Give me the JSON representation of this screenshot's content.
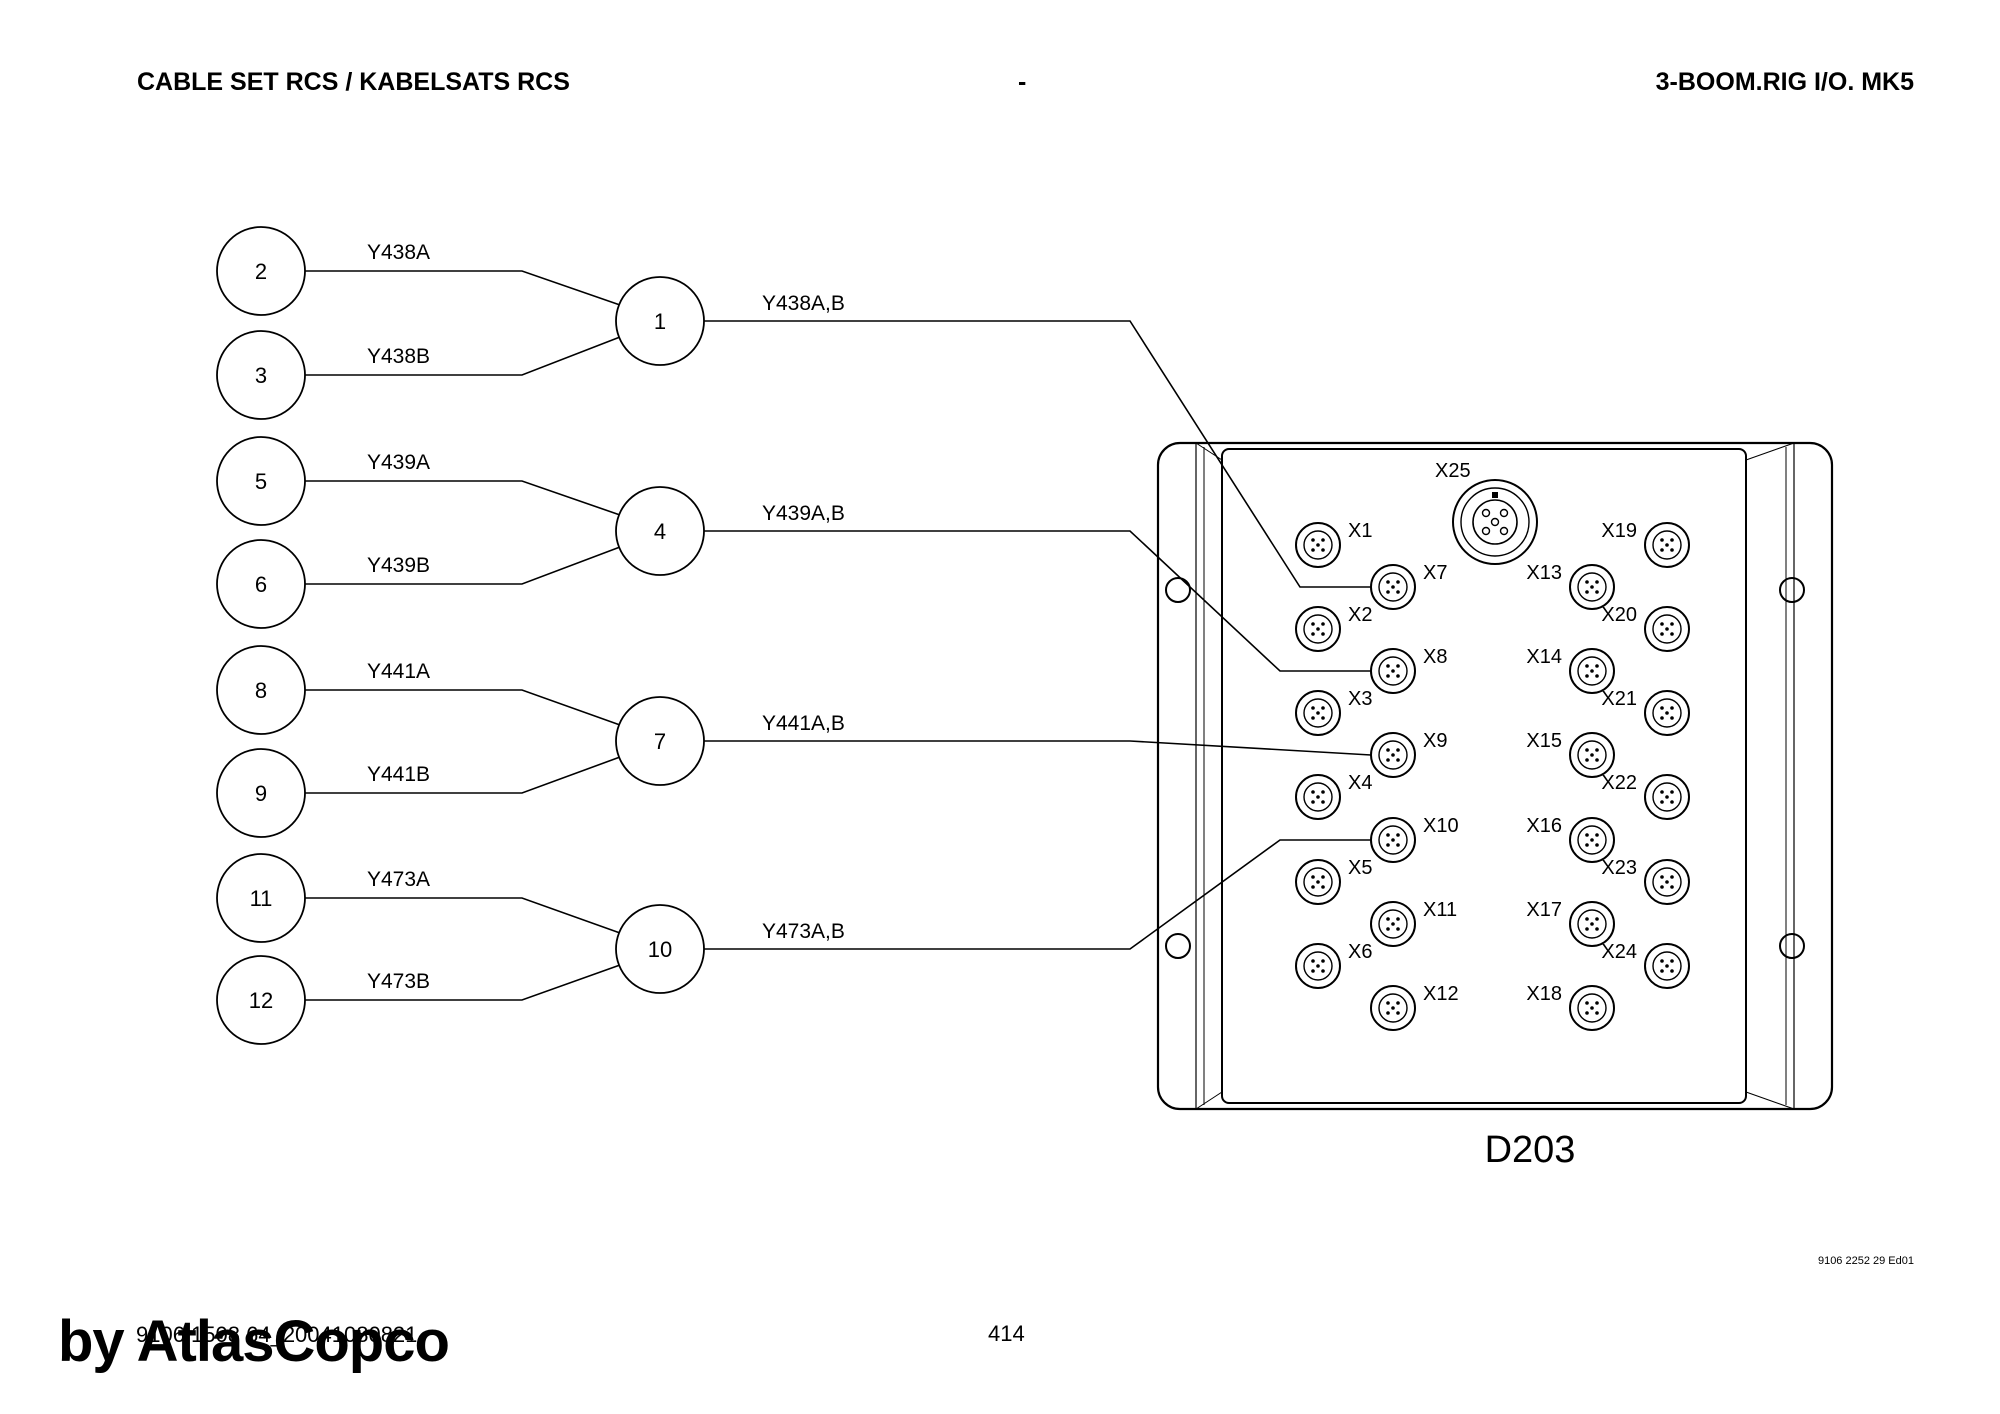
{
  "header": {
    "left": "CABLE SET RCS / KABELSATS RCS",
    "center": "-",
    "right": "3-BOOM.RIG I/O. MK5"
  },
  "cable_groups": [
    {
      "hub": "1",
      "trunk_label": "Y438A,B",
      "branches": [
        {
          "id": "2",
          "label": "Y438A"
        },
        {
          "id": "3",
          "label": "Y438B"
        }
      ],
      "to": "X7"
    },
    {
      "hub": "4",
      "trunk_label": "Y439A,B",
      "branches": [
        {
          "id": "5",
          "label": "Y439A"
        },
        {
          "id": "6",
          "label": "Y439B"
        }
      ],
      "to": "X8"
    },
    {
      "hub": "7",
      "trunk_label": "Y441A,B",
      "branches": [
        {
          "id": "8",
          "label": "Y441A"
        },
        {
          "id": "9",
          "label": "Y441B"
        }
      ],
      "to": "X9"
    },
    {
      "hub": "10",
      "trunk_label": "Y473A,B",
      "branches": [
        {
          "id": "11",
          "label": "Y473A"
        },
        {
          "id": "12",
          "label": "Y473B"
        }
      ],
      "to": "X10"
    }
  ],
  "module": {
    "name": "D203",
    "top_connector": "X25",
    "connectors": [
      "X1",
      "X2",
      "X3",
      "X4",
      "X5",
      "X6",
      "X7",
      "X8",
      "X9",
      "X10",
      "X11",
      "X12",
      "X13",
      "X14",
      "X15",
      "X16",
      "X17",
      "X18",
      "X19",
      "X20",
      "X21",
      "X22",
      "X23",
      "X24"
    ]
  },
  "footer": {
    "doc_id": "9106 2252 29 Ed01",
    "page": "414",
    "code": "9106 1508 64_20041080821",
    "watermark": "by AtlasCopco"
  }
}
